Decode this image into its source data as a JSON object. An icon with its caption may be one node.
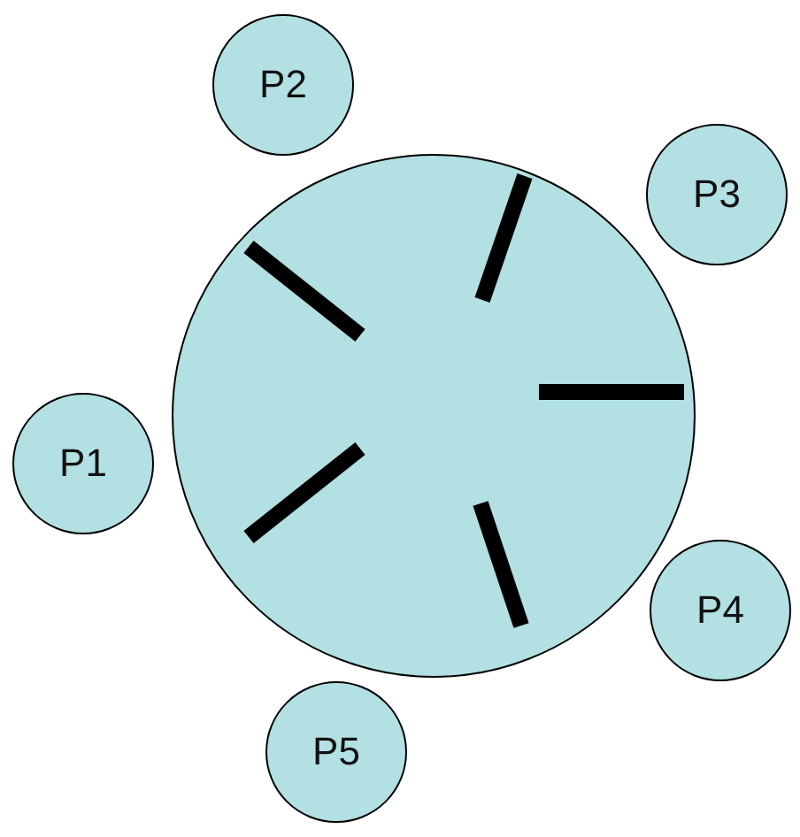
{
  "diagram": {
    "nodes": [
      {
        "text": [
          "P2"
        ]
      },
      {
        "text": [],
        "shape": "circle"
      },
      {
        "text": [],
        "shape": "bar",
        "in": 1
      },
      {
        "text": [],
        "shape": "bar",
        "in": 1
      },
      {
        "text": [],
        "shape": "bar",
        "in": 1
      },
      {
        "text": [],
        "shape": "bar",
        "in": 1
      },
      {
        "text": [],
        "shape": "bar",
        "in": 1
      },
      {
        "text": [
          "P3"
        ]
      },
      {
        "text": [
          "P1"
        ]
      },
      {
        "text": [
          "P4"
        ]
      },
      {
        "text": [
          "P5"
        ]
      }
    ]
  }
}
